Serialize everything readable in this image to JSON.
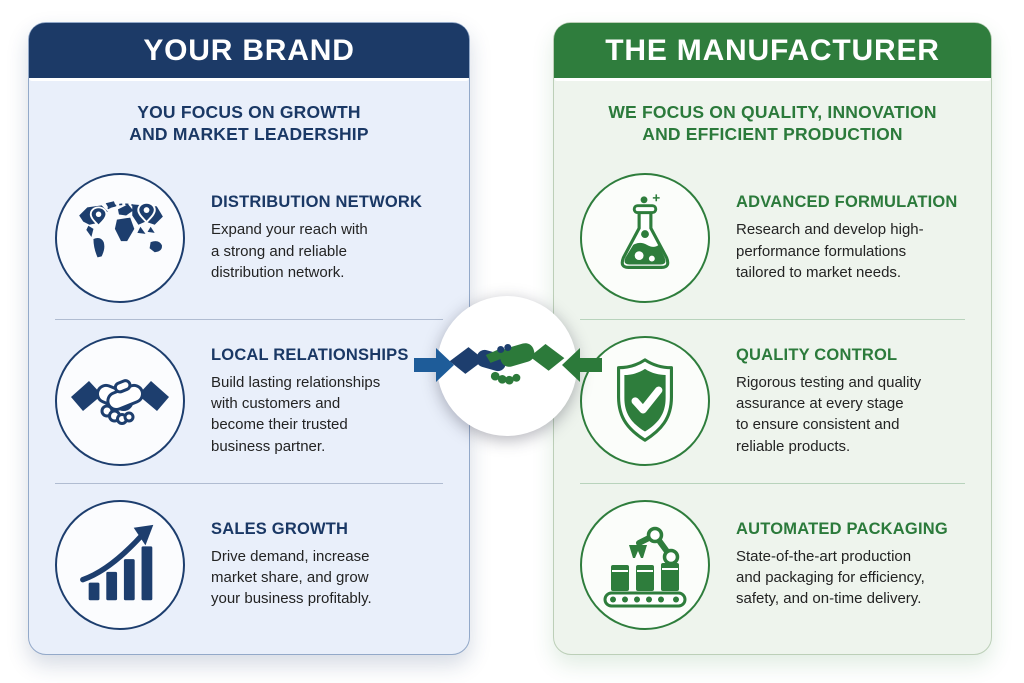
{
  "left_panel": {
    "title": "YOUR BRAND",
    "subtitle": "YOU FOCUS ON GROWTH\nAND MARKET LEADERSHIP",
    "accent_color": "#1c3a67",
    "background_color": "#e9effa",
    "items": [
      {
        "icon": "world-map-pins-icon",
        "heading": "DISTRIBUTION NETWORK",
        "body": "Expand your reach with\na strong and reliable\ndistribution network."
      },
      {
        "icon": "handshake-outline-icon",
        "heading": "LOCAL RELATIONSHIPS",
        "body": "Build lasting relationships\nwith customers and\nbecome their trusted\nbusiness partner."
      },
      {
        "icon": "sales-growth-chart-icon",
        "heading": "SALES GROWTH",
        "body": "Drive demand, increase\nmarket share, and grow\nyour business profitably."
      }
    ]
  },
  "right_panel": {
    "title": "THE MANUFACTURER",
    "subtitle": "WE FOCUS ON QUALITY, INNOVATION\nAND EFFICIENT PRODUCTION",
    "accent_color": "#2f7d3d",
    "background_color": "#eef4ed",
    "items": [
      {
        "icon": "flask-icon",
        "heading": "ADVANCED FORMULATION",
        "body": "Research and develop high-\nperformance formulations\ntailored to market needs."
      },
      {
        "icon": "shield-check-icon",
        "heading": "QUALITY CONTROL",
        "body": "Rigorous testing and quality\nassurance at every stage\nto ensure consistent and\nreliable products."
      },
      {
        "icon": "robotic-arm-packaging-icon",
        "heading": "AUTOMATED PACKAGING",
        "body": "State-of-the-art production\nand packaging for efficiency,\nsafety, and on-time delivery."
      }
    ]
  },
  "center": {
    "icon": "partnership-handshake-icon",
    "left_arrow_icon": "arrow-right-icon",
    "right_arrow_icon": "arrow-left-icon",
    "arrow_blue_color": "#1e5c99",
    "arrow_green_color": "#2c7a3a",
    "handshake_navy_color": "#1d3e6e",
    "handshake_green_color": "#2c7a3a"
  }
}
